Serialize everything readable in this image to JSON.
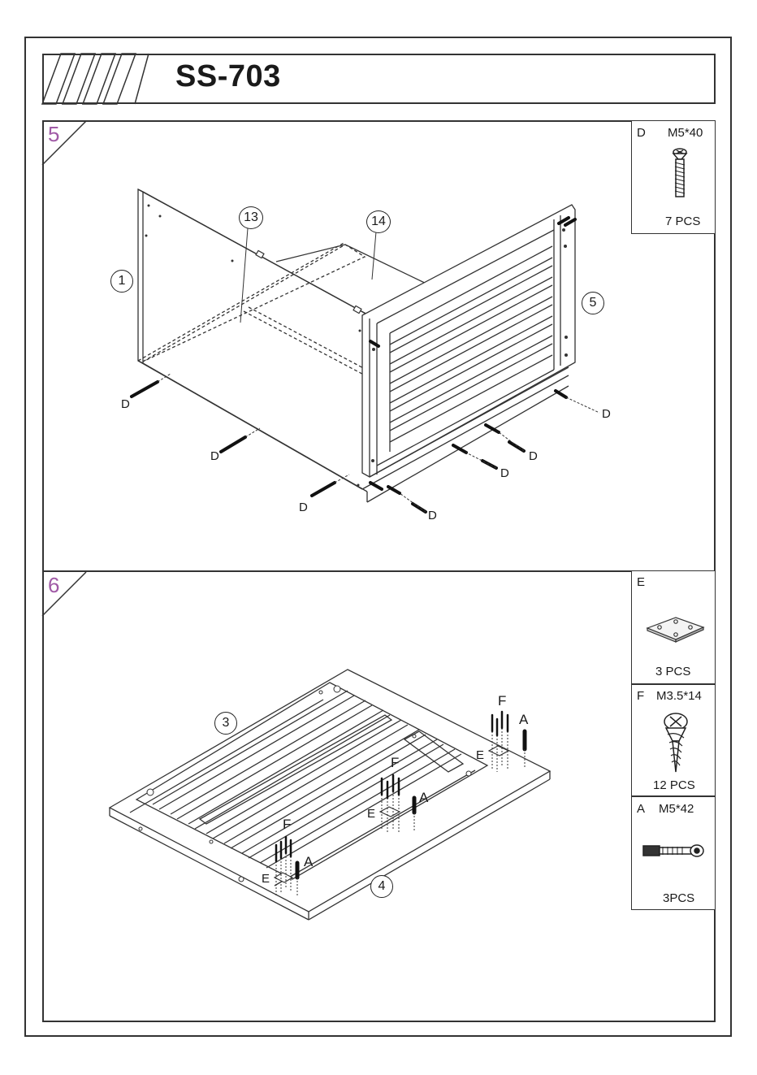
{
  "header": {
    "model": "SS-703"
  },
  "step5": {
    "number": "5",
    "hardware": {
      "letter": "D",
      "spec": "M5*40",
      "qty": "7 PCS"
    },
    "parts": {
      "p1": "1",
      "p13": "13",
      "p14": "14",
      "p5": "5"
    },
    "screw_label": "D"
  },
  "step6": {
    "number": "6",
    "hardware_e": {
      "letter": "E",
      "qty": "3 PCS"
    },
    "hardware_f": {
      "letter": "F",
      "spec": "M3.5*14",
      "qty": "12 PCS"
    },
    "hardware_a": {
      "letter": "A",
      "spec": "M5*42",
      "qty": "3PCS"
    },
    "parts": {
      "p3": "3",
      "p4": "4"
    },
    "labels": {
      "f": "F",
      "a": "A",
      "e": "E"
    }
  },
  "colors": {
    "step_number": "#a05aa6",
    "line": "#333333"
  }
}
